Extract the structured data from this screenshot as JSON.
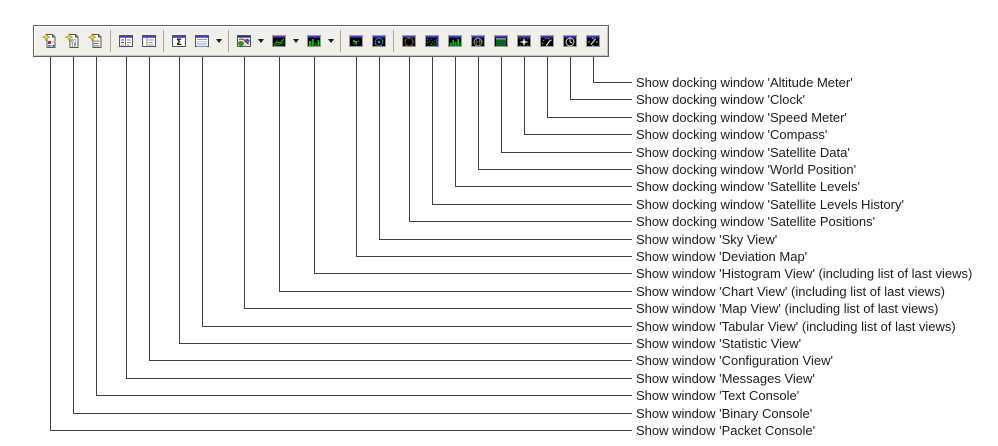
{
  "colors": {
    "toolbar_bg": "#f0efea",
    "icon_titlebar_blue": "#4040d0",
    "icon_green": "#00c000",
    "callout_line": "#404040",
    "label_text": "#1c1c1c"
  },
  "toolbar": {
    "groups": [
      {
        "buttons": [
          {
            "name": "packet-console",
            "icon": "new-packet-console-icon",
            "label": "Show window 'Packet Console'",
            "dropdown": false
          },
          {
            "name": "binary-console",
            "icon": "new-binary-console-icon",
            "label": "Show window 'Binary Console'",
            "dropdown": false
          },
          {
            "name": "text-console",
            "icon": "new-text-console-icon",
            "label": "Show window 'Text Console'",
            "dropdown": false
          }
        ]
      },
      {
        "buttons": [
          {
            "name": "messages-view",
            "icon": "messages-view-icon",
            "label": "Show window 'Messages View'",
            "dropdown": false
          },
          {
            "name": "configuration-view",
            "icon": "configuration-view-icon",
            "label": "Show window 'Configuration View'",
            "dropdown": false
          }
        ]
      },
      {
        "buttons": [
          {
            "name": "statistic-view",
            "icon": "statistic-view-icon",
            "label": "Show window 'Statistic View'",
            "dropdown": false
          },
          {
            "name": "tabular-view",
            "icon": "tabular-view-icon",
            "label": "Show window 'Tabular View' (including list of last views)",
            "dropdown": true
          }
        ]
      },
      {
        "buttons": [
          {
            "name": "map-view",
            "icon": "map-view-icon",
            "label": "Show window 'Map View' (including list of last views)",
            "dropdown": true
          },
          {
            "name": "chart-view",
            "icon": "chart-view-icon",
            "label": "Show window 'Chart View' (including list of last views)",
            "dropdown": true
          },
          {
            "name": "histogram-view",
            "icon": "histogram-view-icon",
            "label": "Show window 'Histogram View' (including list of last views)",
            "dropdown": true
          }
        ]
      },
      {
        "buttons": [
          {
            "name": "deviation-map",
            "icon": "deviation-map-icon",
            "label": "Show window 'Deviation Map'",
            "dropdown": false
          },
          {
            "name": "sky-view",
            "icon": "sky-view-icon",
            "label": "Show window 'Sky View'",
            "dropdown": false
          }
        ]
      },
      {
        "buttons": [
          {
            "name": "satellite-positions",
            "icon": "satellite-positions-icon",
            "label": "Show docking window 'Satellite Positions'",
            "dropdown": false
          },
          {
            "name": "satellite-levels-history",
            "icon": "satellite-levels-history-icon",
            "label": "Show docking window 'Satellite Levels History'",
            "dropdown": false
          },
          {
            "name": "satellite-levels",
            "icon": "satellite-levels-icon",
            "label": "Show docking window 'Satellite Levels'",
            "dropdown": false
          },
          {
            "name": "world-position",
            "icon": "world-position-icon",
            "label": "Show docking window 'World Position'",
            "dropdown": false
          },
          {
            "name": "satellite-data",
            "icon": "satellite-data-icon",
            "label": "Show docking window 'Satellite Data'",
            "dropdown": false
          },
          {
            "name": "compass",
            "icon": "compass-icon",
            "label": "Show docking window 'Compass'",
            "dropdown": false
          },
          {
            "name": "speed-meter",
            "icon": "speed-meter-icon",
            "label": "Show docking window 'Speed Meter'",
            "dropdown": false
          },
          {
            "name": "clock",
            "icon": "clock-icon",
            "label": "Show docking window 'Clock'",
            "dropdown": false
          },
          {
            "name": "altitude-meter",
            "icon": "altitude-meter-icon",
            "label": "Show docking window 'Altitude Meter'",
            "dropdown": false
          }
        ]
      }
    ]
  }
}
